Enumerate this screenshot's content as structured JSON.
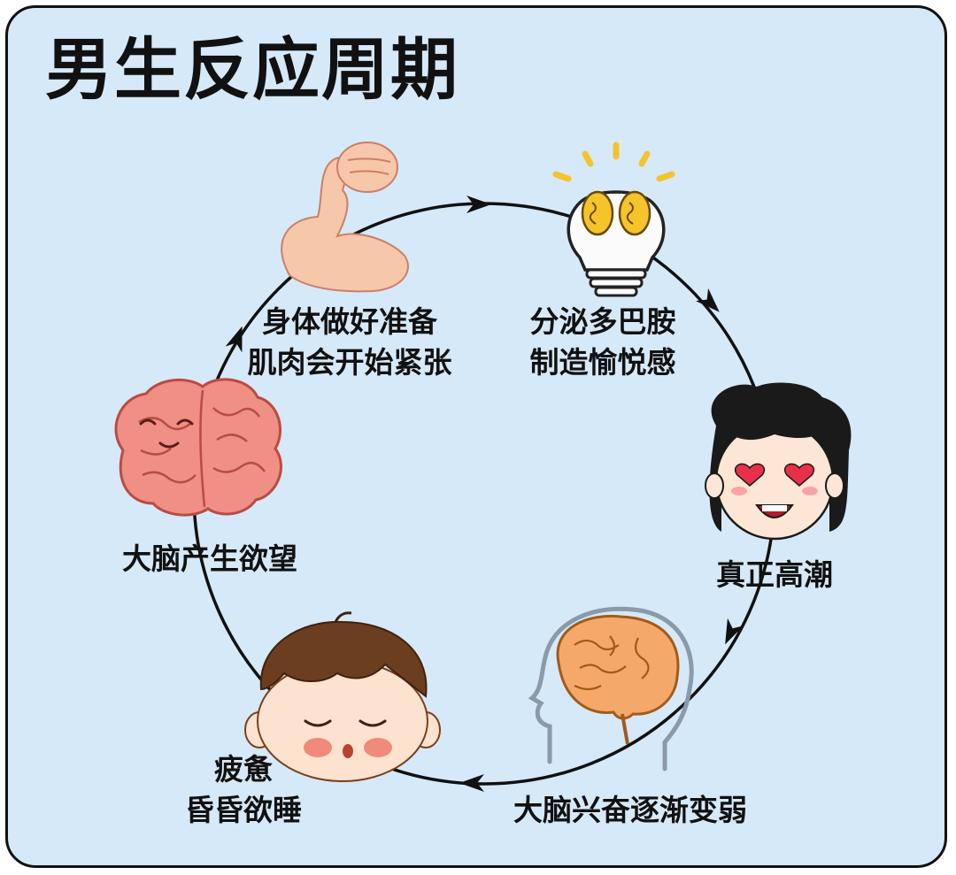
{
  "title": "男生反应周期",
  "colors": {
    "background": "#d6e9f8",
    "border": "#111111",
    "arrow": "#111111",
    "skin": "#f6c7a8",
    "blush": "#f08a7a",
    "brain_pink": "#ef8f85",
    "brain_orange": "#f4a96a",
    "bulb_yellow": "#f5c32c",
    "hair_brown": "#6b3e1f"
  },
  "stages": [
    {
      "icon": "flexed-arm-icon",
      "lines": [
        "身体做好准备",
        "肌肉会开始紧张"
      ]
    },
    {
      "icon": "lightbulb-brain-icon",
      "lines": [
        "分泌多巴胺",
        "制造愉悦感"
      ]
    },
    {
      "icon": "heart-eyes-face-icon",
      "lines": [
        "真正高潮"
      ]
    },
    {
      "icon": "head-brain-profile-icon",
      "lines": [
        "大脑兴奋逐渐变弱"
      ]
    },
    {
      "icon": "sleepy-boy-icon",
      "lines": [
        "疲惫",
        "昏昏欲睡"
      ]
    },
    {
      "icon": "smiling-brain-icon",
      "lines": [
        "大脑产生欲望"
      ]
    }
  ]
}
